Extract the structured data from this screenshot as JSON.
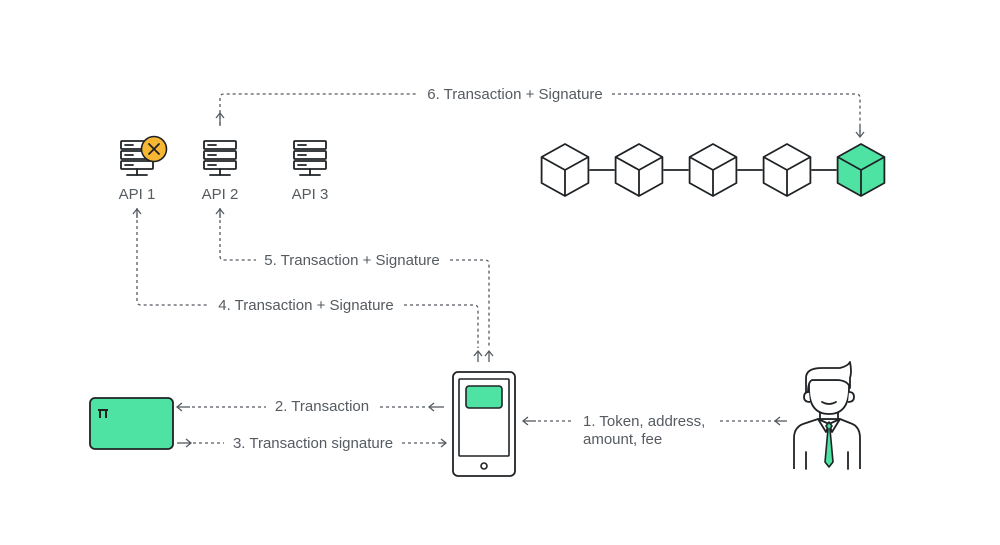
{
  "colors": {
    "accent_green": "#4ee3a3",
    "warning_orange": "#f7b733",
    "ink": "#1f2326",
    "line": "#555b61"
  },
  "servers": [
    {
      "label": "API 1",
      "status": "error",
      "icon": "server-error-icon"
    },
    {
      "label": "API 2",
      "status": "ok",
      "icon": "server-icon"
    },
    {
      "label": "API 3",
      "status": "ok",
      "icon": "server-icon"
    }
  ],
  "steps": {
    "step1_line1": "1.  Token, address,",
    "step1_line2": "amount, fee",
    "step2": "2. Transaction",
    "step3": "3. Transaction signature",
    "step4": "4. Transaction + Signature",
    "step5": "5. Transaction + Signature",
    "step6": "6. Transaction + Signature"
  },
  "blockchain": {
    "block_count": 5,
    "highlighted_index": 4,
    "icon": "cube-icon"
  },
  "actors": {
    "user_icon": "user-icon",
    "phone_icon": "phone-icon",
    "card_icon": "hardware-wallet-card-icon"
  }
}
